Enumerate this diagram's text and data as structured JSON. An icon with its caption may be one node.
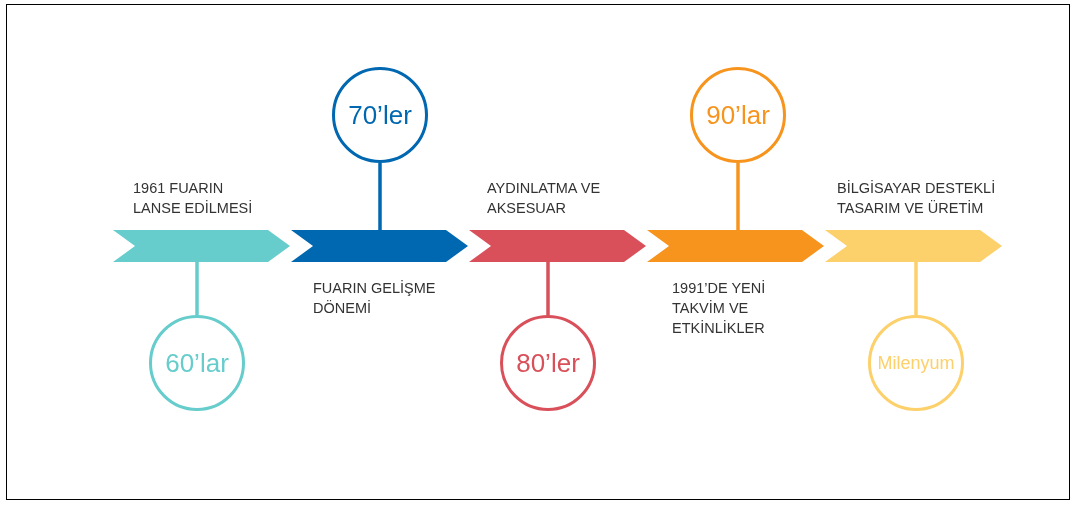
{
  "diagram": {
    "nodes": [
      {
        "text": [],
        "shape": "chevron",
        "beside": [
          "1961 FUARIN LANSE EDİLMESİ"
        ]
      },
      {
        "text": [
          "60’lar"
        ]
      },
      {
        "text": [],
        "shape": "chevron",
        "beside": [
          "FUARIN GELİŞME DÖNEMİ"
        ]
      },
      {
        "text": [
          "70’ler"
        ]
      },
      {
        "text": [],
        "shape": "chevron",
        "beside": [
          "AYDINLATMA VE AKSESUAR"
        ]
      },
      {
        "text": [
          "80’ler"
        ]
      },
      {
        "text": [],
        "shape": "chevron",
        "beside": [
          "1991’DE YENİ TAKVİM VE ETKİNLİKLER"
        ]
      },
      {
        "text": [
          "90’lar"
        ]
      },
      {
        "text": [],
        "shape": "chevron",
        "beside": [
          "BİLGİSAYAR DESTEKLİ TASARIM VE ÜRETİM"
        ]
      },
      {
        "text": [
          "Milenyum"
        ]
      }
    ],
    "edges": [
      {
        "from": 1,
        "to": 0,
        "arrow": "none",
        "color": "#66cccc"
      },
      {
        "from": 3,
        "to": 2,
        "arrow": "none",
        "color": "#0067b1"
      },
      {
        "from": 5,
        "to": 4,
        "arrow": "none",
        "color": "#d9505a"
      },
      {
        "from": 7,
        "to": 6,
        "arrow": "none",
        "color": "#f7941d"
      },
      {
        "from": 9,
        "to": 8,
        "arrow": "none",
        "color": "#fcd06a"
      }
    ]
  }
}
